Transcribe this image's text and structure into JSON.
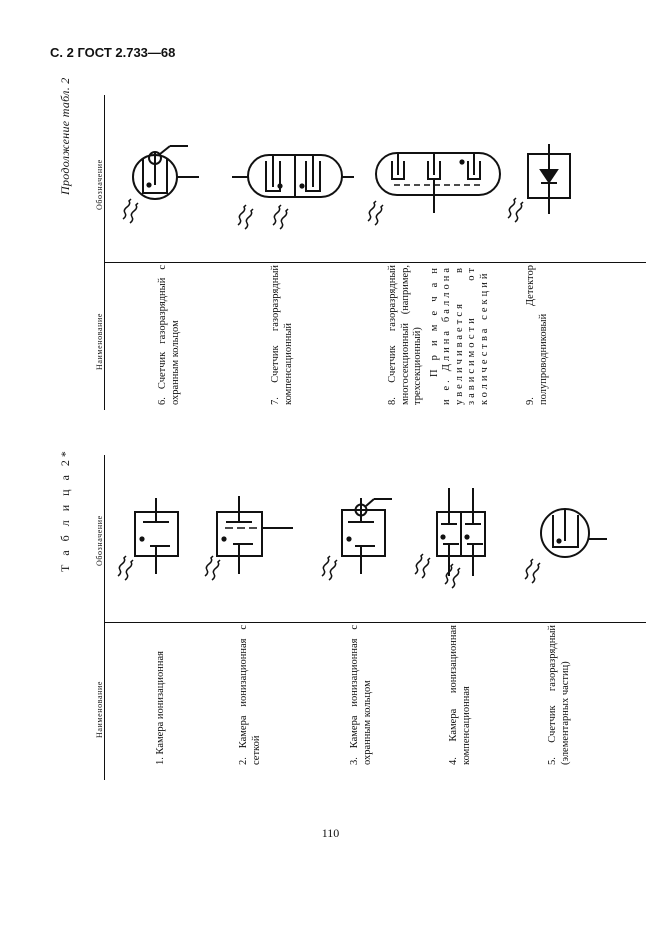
{
  "page": {
    "header": "С. 2 ГОСТ 2.733—68",
    "page_number": "110"
  },
  "left_table": {
    "caption": "Т а б л и ц а  2*",
    "col_name": "Наименование",
    "col_symbol": "Обозначение",
    "rows": [
      {
        "label": "1. Камера ионизационная",
        "symbol_icon": "ionization-chamber-icon"
      },
      {
        "label": "2. Камера ионизационная с сеткой",
        "symbol_icon": "ionization-chamber-grid-icon"
      },
      {
        "label": "3. Камера ионизационная с охранным кольцом",
        "symbol_icon": "ionization-chamber-guard-ring-icon"
      },
      {
        "label": "4. Камера ионизационная компенсационная",
        "symbol_icon": "compensated-ionization-chamber-icon"
      },
      {
        "label": "5. Счетчик газоразрядный (элементарных частиц)",
        "symbol_icon": "gas-discharge-counter-icon"
      }
    ]
  },
  "right_table": {
    "caption": "Продолжение табл. 2",
    "col_name": "Наименование",
    "col_symbol": "Обозначение",
    "rows": [
      {
        "label": "6. Счетчик газоразрядный с охранным кольцом",
        "symbol_icon": "gas-counter-guard-ring-icon"
      },
      {
        "label": "7. Счетчик газоразрядный компенсационный",
        "symbol_icon": "compensated-gas-counter-icon"
      },
      {
        "label": "8. Счетчик газоразрядный многосекционный (например, трехсекционный)",
        "note": "П р и м е ч а н и е. Длина баллона увеличивается в зависимости от количества секций",
        "symbol_icon": "multisection-gas-counter-icon"
      },
      {
        "label": "9. Детектор полупроводниковый",
        "symbol_icon": "semiconductor-detector-icon"
      }
    ]
  }
}
